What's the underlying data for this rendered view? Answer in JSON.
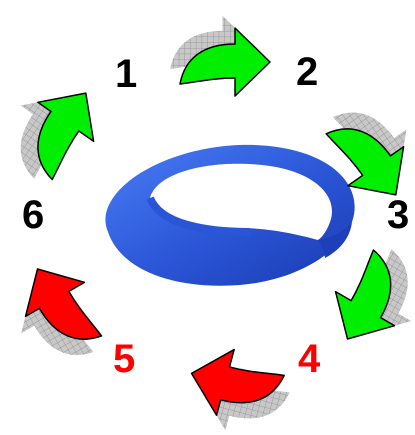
{
  "steps": [
    {
      "label": "1",
      "arrow_color": "#00ee00"
    },
    {
      "label": "2",
      "arrow_color": "#00ee00"
    },
    {
      "label": "3",
      "arrow_color": "#00ee00"
    },
    {
      "label": "4",
      "arrow_color": "#ff0000"
    },
    {
      "label": "5",
      "arrow_color": "#ff0000"
    },
    {
      "label": "6",
      "arrow_color": "#00ee00"
    }
  ],
  "colors": {
    "green": "#00ee00",
    "red": "#ff0000",
    "label_black": "#000000",
    "label_red": "#ff0000",
    "band_light": "#3a6ff0",
    "band_dark": "#1d3fb8",
    "shadow": "#b8b8b8",
    "outline": "#000000"
  },
  "center_shape": "mobius-strip",
  "arrow_shape": "curved-arrow"
}
